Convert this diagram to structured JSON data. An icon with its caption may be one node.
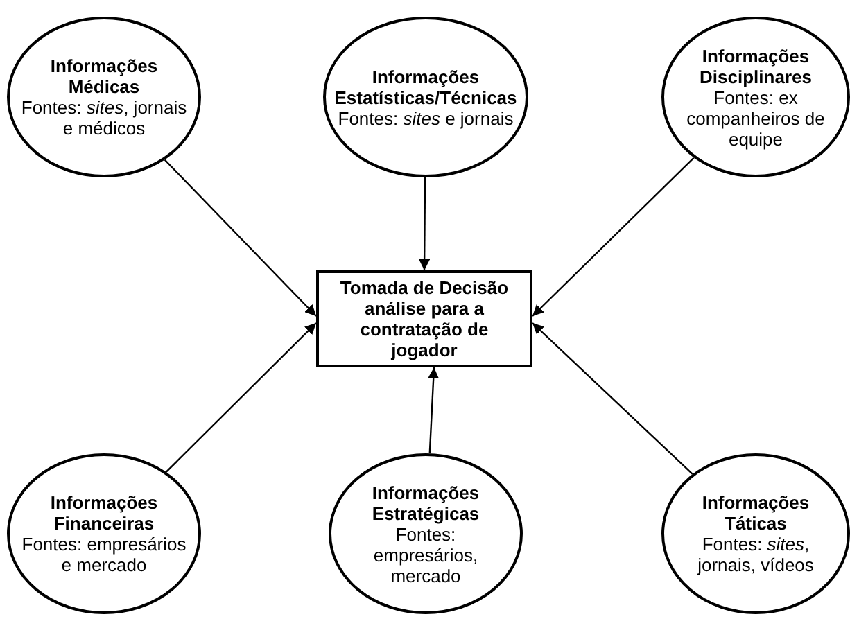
{
  "diagram": {
    "nodes": [
      {
        "text": [
          "Informações Médicas",
          "Fontes: *sites*, jornais e médicos"
        ]
      },
      {
        "text": [
          "Informações Estatísticas/Técnicas",
          "Fontes: *sites* e jornais"
        ]
      },
      {
        "text": [
          "Informações Disciplinares",
          "Fontes: ex companheiros de equipe"
        ]
      },
      {
        "text": [
          "Tomada de Decisão análise para a contratação de jogador"
        ]
      },
      {
        "text": [
          "Informações Financeiras",
          "Fontes: empresários e mercado"
        ]
      },
      {
        "text": [
          "Informações Estratégicas",
          "Fontes: empresários, mercado"
        ]
      },
      {
        "text": [
          "Informações Táticas",
          "Fontes: *sites*, jornais, vídeos"
        ]
      }
    ],
    "edges": [
      {
        "from": 0,
        "to": 3,
        "arrow": "to"
      },
      {
        "from": 1,
        "to": 3,
        "arrow": "to"
      },
      {
        "from": 2,
        "to": 3,
        "arrow": "to"
      },
      {
        "from": 4,
        "to": 3,
        "arrow": "to"
      },
      {
        "from": 5,
        "to": 3,
        "arrow": "to"
      },
      {
        "from": 6,
        "to": 3,
        "arrow": "to"
      }
    ]
  }
}
